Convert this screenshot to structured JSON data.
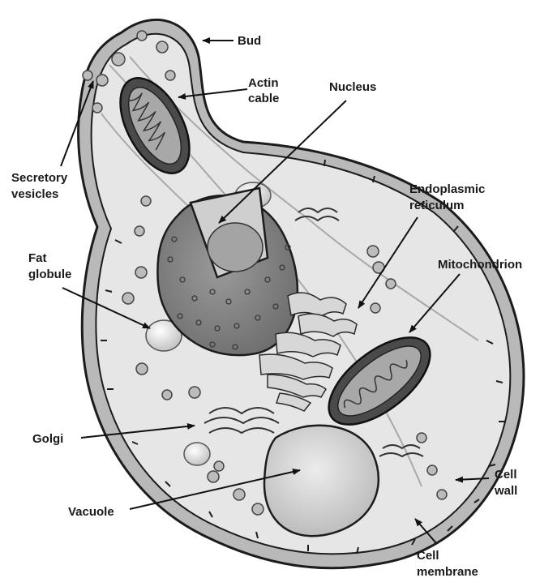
{
  "labels": {
    "bud": "Bud",
    "actin": [
      "Actin",
      "cable"
    ],
    "nucleus": "Nucleus",
    "secretory": [
      "Secretory",
      "vesicles"
    ],
    "er": [
      "Endoplasmic",
      "reticulum"
    ],
    "fat": [
      "Fat",
      "globule"
    ],
    "mito": "Mitochondrion",
    "golgi": "Golgi",
    "vacuole": "Vacuole",
    "wall": [
      "Cell",
      "wall"
    ],
    "membrane": [
      "Cell",
      "membrane"
    ]
  },
  "colors": {
    "wall_fill": "#b9b9b9",
    "cytoplasm": "#e6e6e6",
    "outline": "#1c1c1c",
    "mito_outer": "#4a4a4a",
    "mito_inner": "#a8a8a8",
    "nucleus_fill": "#8a8a8a",
    "vacuole_fill": "#d2d2d2",
    "label": "#1a1a1a"
  },
  "icons": [
    "arrow-icon"
  ]
}
